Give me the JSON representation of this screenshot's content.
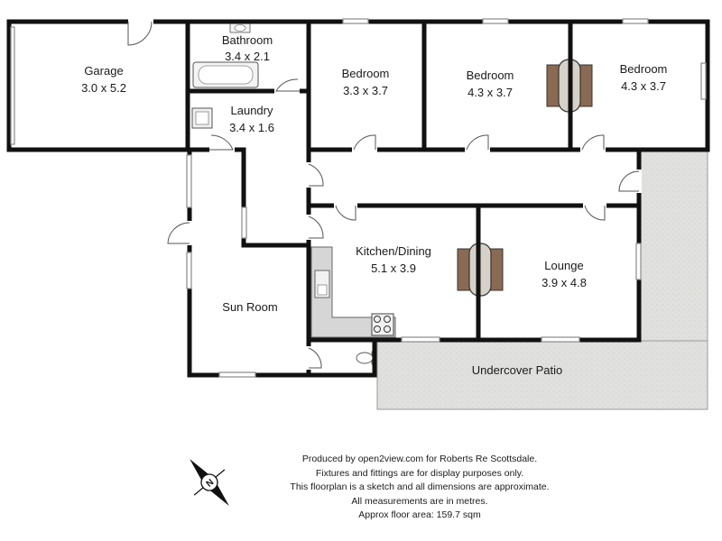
{
  "rooms": {
    "garage": {
      "name": "Garage",
      "dims": "3.0 x 5.2"
    },
    "bathroom": {
      "name": "Bathroom",
      "dims": "3.4 x 2.1"
    },
    "bedroom1": {
      "name": "Bedroom",
      "dims": "3.3 x 3.7"
    },
    "bedroom2": {
      "name": "Bedroom",
      "dims": "4.3 x 3.7"
    },
    "bedroom3": {
      "name": "Bedroom",
      "dims": "4.3 x 3.7"
    },
    "laundry": {
      "name": "Laundry",
      "dims": "3.4 x 1.6"
    },
    "kitchen": {
      "name": "Kitchen/Dining",
      "dims": "5.1 x 3.9"
    },
    "lounge": {
      "name": "Lounge",
      "dims": "3.9 x 4.8"
    },
    "sunroom": {
      "name": "Sun Room"
    },
    "patio": {
      "name": "Undercover Patio"
    }
  },
  "footer": {
    "line1": "Produced by open2view.com for Roberts Re Scottsdale.",
    "line2": "Fixtures and fittings are for display purposes only.",
    "line3": "This floorplan is a sketch and all dimensions are approximate.",
    "line4": "All measurements are in metres.",
    "line5": "Approx floor area: 159.7 sqm"
  },
  "compass": {
    "label": "N"
  },
  "colors": {
    "wall": "#111111",
    "patio": "#e0e1de",
    "counter": "#d6d6d6",
    "fireplace": "#8a6a52"
  }
}
